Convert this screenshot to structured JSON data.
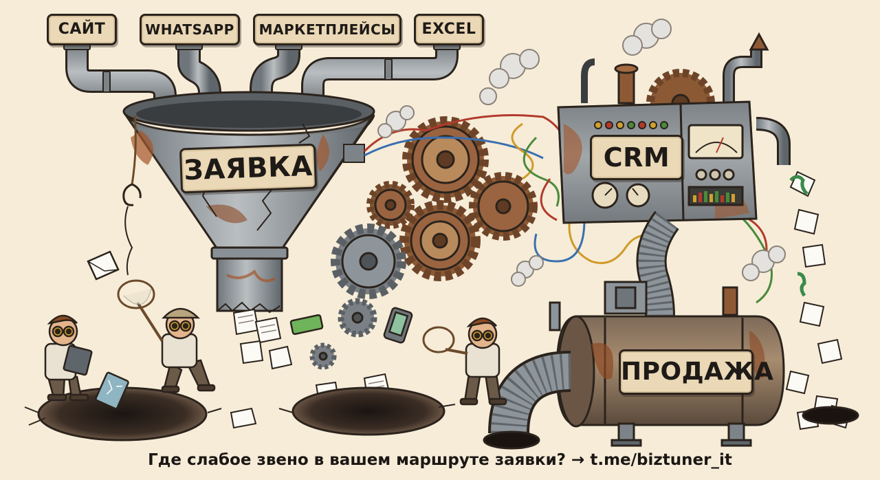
{
  "sources": {
    "site": "САЙТ",
    "whatsapp": "WHATSAPP",
    "marketplaces": "МАРКЕТПЛЕЙСЫ",
    "excel": "EXCEL"
  },
  "funnel_label": "ЗАЯВКА",
  "crm_label": "CRM",
  "sale_label": "ПРОДАЖА",
  "footer": {
    "question": "Где слабое звено в вашем маршруте заявки?",
    "arrow": "→",
    "link": "t.me/biztuner_it"
  },
  "colors": {
    "background": "#f6ecd8",
    "metal": "#8e959a",
    "rust": "#a4552a",
    "sign": "#ead8b6",
    "outline": "#2b231c"
  }
}
